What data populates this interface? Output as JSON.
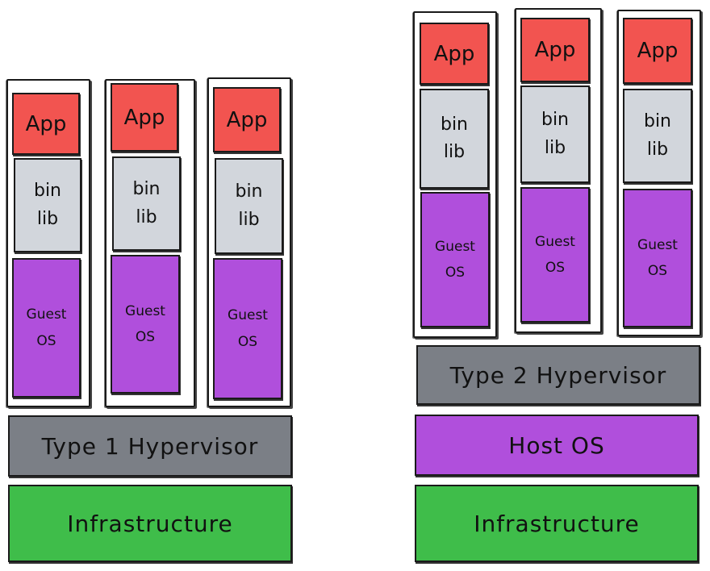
{
  "stack_labels": {
    "app": "App",
    "bin": "bin",
    "lib": "lib",
    "guest": "Guest",
    "os": "OS"
  },
  "left_stack": {
    "hypervisor": "Type 1 Hypervisor",
    "infrastructure": "Infrastructure"
  },
  "right_stack": {
    "hypervisor": "Type 2 Hypervisor",
    "host_os": "Host OS",
    "infrastructure": "Infrastructure"
  },
  "colors": {
    "app": "#f25450",
    "binlib": "#d2d6dc",
    "guest_os": "#b04fdc",
    "hypervisor": "#7b7f86",
    "host_os": "#b04fdc",
    "infrastructure": "#3fbd4a"
  }
}
